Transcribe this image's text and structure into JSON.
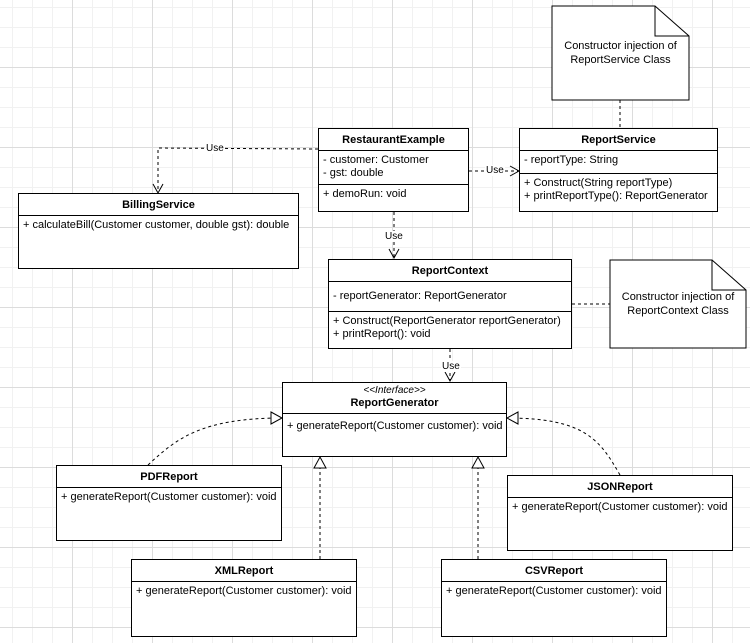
{
  "classes": {
    "restaurant_example": {
      "name": "RestaurantExample",
      "attributes": [
        "- customer: Customer",
        "- gst: double"
      ],
      "methods": [
        "+ demoRun: void"
      ]
    },
    "report_service": {
      "name": "ReportService",
      "attributes": [
        "- reportType: String"
      ],
      "methods": [
        "+ Construct(String reportType)",
        "+ printReportType(): ReportGenerator"
      ]
    },
    "billing_service": {
      "name": "BillingService",
      "methods": [
        "+ calculateBill(Customer customer, double gst): double"
      ]
    },
    "report_context": {
      "name": "ReportContext",
      "attributes": [
        "- reportGenerator: ReportGenerator"
      ],
      "methods": [
        "+ Construct(ReportGenerator reportGenerator)",
        "+ printReport(): void"
      ]
    },
    "report_generator": {
      "stereotype": "<<Interface>>",
      "name": "ReportGenerator",
      "methods": [
        "+ generateReport(Customer customer): void"
      ]
    },
    "pdf_report": {
      "name": "PDFReport",
      "methods": [
        "+ generateReport(Customer customer): void"
      ]
    },
    "json_report": {
      "name": "JSONReport",
      "methods": [
        "+ generateReport(Customer customer): void"
      ]
    },
    "xml_report": {
      "name": "XMLReport",
      "methods": [
        "+ generateReport(Customer customer): void"
      ]
    },
    "csv_report": {
      "name": "CSVReport",
      "methods": [
        "+ generateReport(Customer customer): void"
      ]
    }
  },
  "notes": {
    "report_service_note": "Constructor injection of ReportService Class",
    "report_context_note": "Constructor injection of ReportContext Class"
  },
  "edges": {
    "use_billing": "Use",
    "use_report_service": "Use",
    "use_report_context": "Use",
    "use_report_generator": "Use"
  }
}
